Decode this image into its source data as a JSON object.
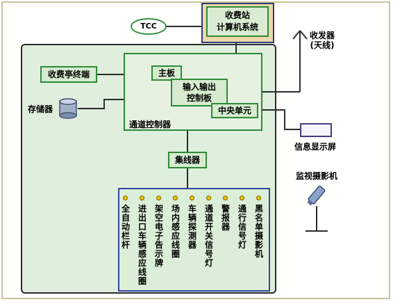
{
  "station": {
    "line1": "收费站",
    "line2": "计算机系统"
  },
  "tcc": "TCC",
  "antenna": {
    "line1": "收发器",
    "line2": "(天线)"
  },
  "display_label": "信息显示屏",
  "camera_label": "监视摄影机",
  "storage_label": "存储器",
  "terminal_label": "收费亭终端",
  "controller": {
    "label": "通道控制器",
    "mainboard": "主板",
    "io_line1": "输入输出",
    "io_line2": "控制板",
    "cpu": "中央单元"
  },
  "concentrator": "集线器",
  "devices": [
    "全自动栏杆",
    "进出口车辆感应线圈",
    "架空电子告示牌",
    "场内感应线圈",
    "车辆探测器",
    "通道开关信号灯",
    "警报器",
    "通行信号灯",
    "黑名单摄影机"
  ],
  "colors": {
    "panel_fill": "#dfeedd",
    "box_border": "#2e8a36",
    "device_panel_border": "#3545a0",
    "dot": "#f1c400"
  }
}
